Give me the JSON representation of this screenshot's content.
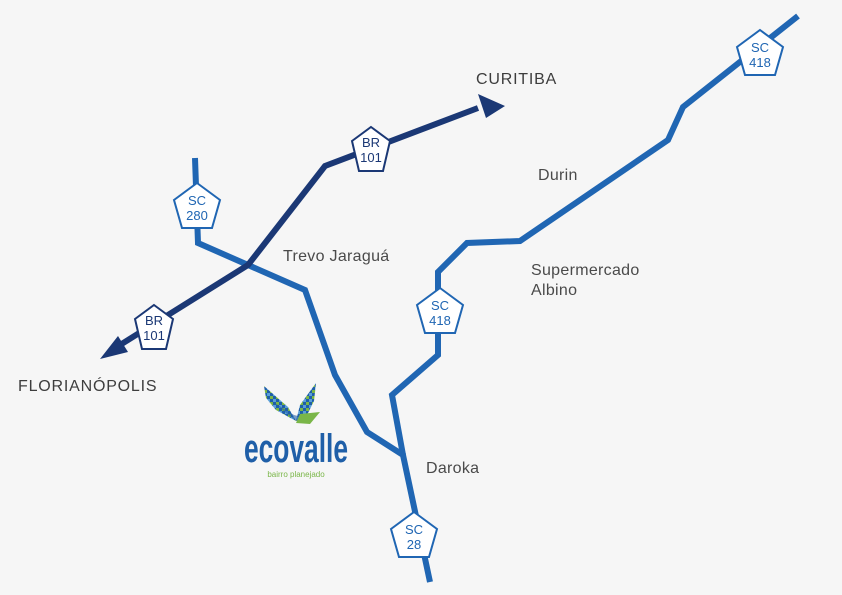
{
  "colors": {
    "background": "#f6f6f6",
    "state_road": "#2066b3",
    "federal_road": "#1b3875",
    "label_text": "#4a4a4a",
    "logo_blue": "#1f5fa8",
    "logo_green": "#7ab648"
  },
  "cities": {
    "north": "CURITIBA",
    "south": "FLORIANÓPOLIS"
  },
  "places": {
    "durin": "Durin",
    "trevo": "Trevo Jaraguá",
    "supermercado_line1": "Supermercado",
    "supermercado_line2": "Albino",
    "daroka": "Daroka"
  },
  "shields": {
    "br101_top": {
      "line1": "BR",
      "line2": "101"
    },
    "br101_bottom": {
      "line1": "BR",
      "line2": "101"
    },
    "sc280": {
      "line1": "SC",
      "line2": "280"
    },
    "sc418_top": {
      "line1": "SC",
      "line2": "418"
    },
    "sc418_mid": {
      "line1": "SC",
      "line2": "418"
    },
    "sc28": {
      "line1": "SC",
      "line2": "28"
    }
  },
  "logo": {
    "name": "ecovalle",
    "tagline": "bairro planejado"
  }
}
